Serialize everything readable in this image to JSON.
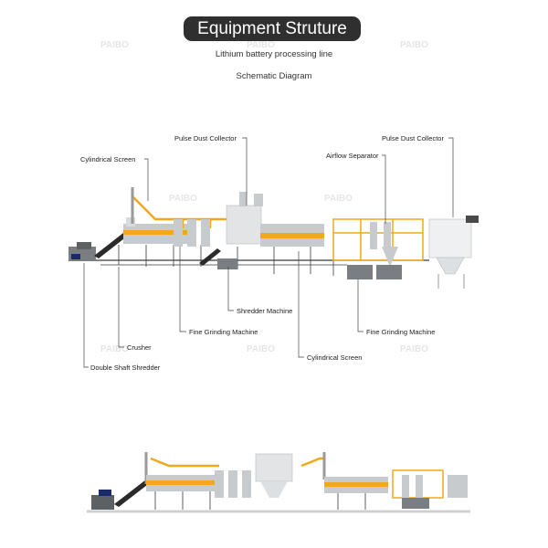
{
  "header": {
    "title": "Equipment Struture",
    "subtitle_1": "Lithium battery processing line",
    "subtitle_2": "Schematic Diagram"
  },
  "watermark": "PAIBO",
  "labels": {
    "pulse_dust_collector_1": "Pulse Dust Collector",
    "cylindrical_screen_1": "Cylindrical Screen",
    "airflow_separator": "Airflow Separator",
    "pulse_dust_collector_2": "Pulse Dust Collector",
    "shredder_machine": "Shredder Machine",
    "fine_grinding_machine_1": "Fine Grinding Machine",
    "fine_grinding_machine_2": "Fine Grinding Machine",
    "crusher": "Crusher",
    "cylindrical_screen_2": "Cylindrical Screen",
    "double_shaft_shredder": "Double Shaft Shredder"
  },
  "colors": {
    "accent": "#f0a81c",
    "frame": "#3a3a3a",
    "machine_gray": "#c8cbcd",
    "title_bg": "#2f2f2f"
  }
}
